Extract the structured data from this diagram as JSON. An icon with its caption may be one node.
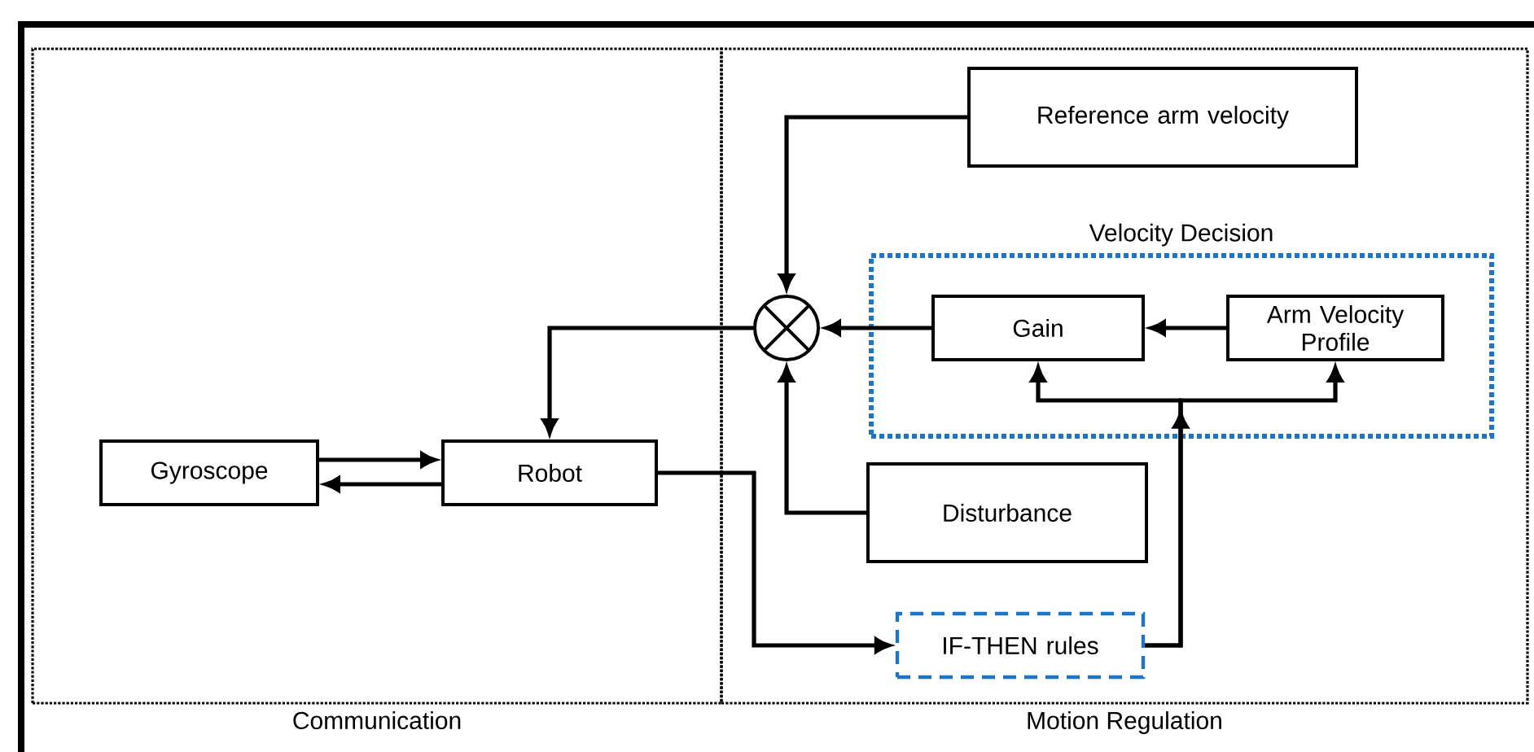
{
  "diagram": {
    "nodes": [
      {
        "text": [
          "Communication"
        ]
      },
      {
        "text": [
          "Motion Regulation"
        ]
      },
      {
        "text": [
          "Gyroscope"
        ],
        "in": 0
      },
      {
        "text": [
          "Robot"
        ],
        "in": 0
      },
      {
        "text": [
          "Reference arm velocity"
        ],
        "in": 1
      },
      {
        "text": [
          "Velocity Decision"
        ],
        "in": 1
      },
      {
        "text": [
          "Gain"
        ],
        "in": 5
      },
      {
        "text": [
          "Arm Velocity Profile"
        ],
        "in": 5
      },
      {
        "text": [],
        "shape": "circle",
        "in": 1
      },
      {
        "text": [
          "Disturbance"
        ],
        "in": 1
      },
      {
        "text": [
          "IF-THEN rules"
        ],
        "in": 1
      }
    ],
    "edges": [
      {
        "from": 4,
        "to": 8,
        "arrow": "to"
      },
      {
        "from": 6,
        "to": 8,
        "arrow": "to"
      },
      {
        "from": 7,
        "to": 6,
        "arrow": "to"
      },
      {
        "from": 9,
        "to": 8,
        "arrow": "to"
      },
      {
        "from": 8,
        "to": 3,
        "arrow": "to"
      },
      {
        "from": 2,
        "to": 3,
        "arrow": "to"
      },
      {
        "from": 3,
        "to": 2,
        "arrow": "to"
      },
      {
        "from": 3,
        "to": 10,
        "arrow": "to"
      },
      {
        "from": 10,
        "to": 6,
        "arrow": "to"
      },
      {
        "from": 10,
        "to": 7,
        "arrow": "to"
      }
    ]
  }
}
